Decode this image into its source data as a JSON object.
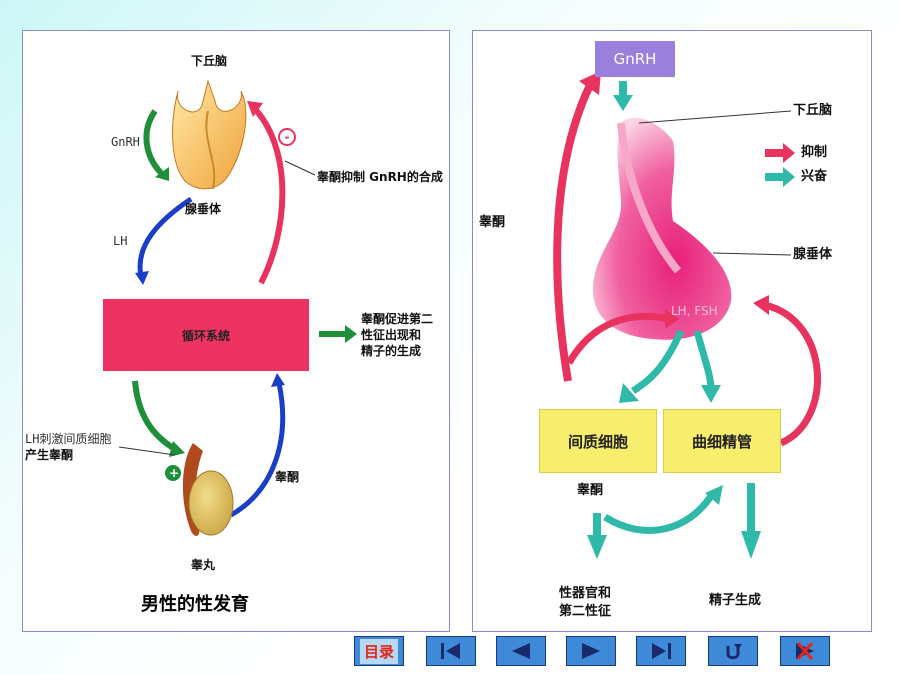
{
  "left": {
    "hypothalamus": "下丘脑",
    "gnrh": "GnRH",
    "pituitary": "腺垂体",
    "lh": "LH",
    "inhibit_sign": "-",
    "inhibit_note": "睾酮抑制 GnRH的合成",
    "circulation": "循环系统",
    "promote_note": [
      "睾酮促进第二",
      "性征出现和",
      "精子的生成"
    ],
    "lh_stim_note": [
      "LH刺激间质细胞",
      "产生睾酮"
    ],
    "plus_sign": "+",
    "testosterone": "睾酮",
    "testis": "睾丸",
    "title": "男性的性发育"
  },
  "right": {
    "gnrh": "GnRH",
    "hypothalamus": "下丘脑",
    "legend_inhibit": "抑制",
    "legend_excite": "兴奋",
    "testosterone_side": "睾酮",
    "pituitary": "腺垂体",
    "lh_fsh": "LH, FSH",
    "interstitial": "间质细胞",
    "tubule": "曲细精管",
    "testosterone_bottom": "睾酮",
    "organs": [
      "性器官和",
      "第二性征"
    ],
    "sperm": "精子生成",
    "colors": {
      "inhibit": "#e8335f",
      "excite": "#2fb9a8"
    }
  },
  "nav": {
    "menu_label": "目录",
    "icons": [
      "first-page-icon",
      "previous-page-icon",
      "next-page-icon",
      "last-page-icon",
      "return-icon",
      "close-icon"
    ]
  }
}
